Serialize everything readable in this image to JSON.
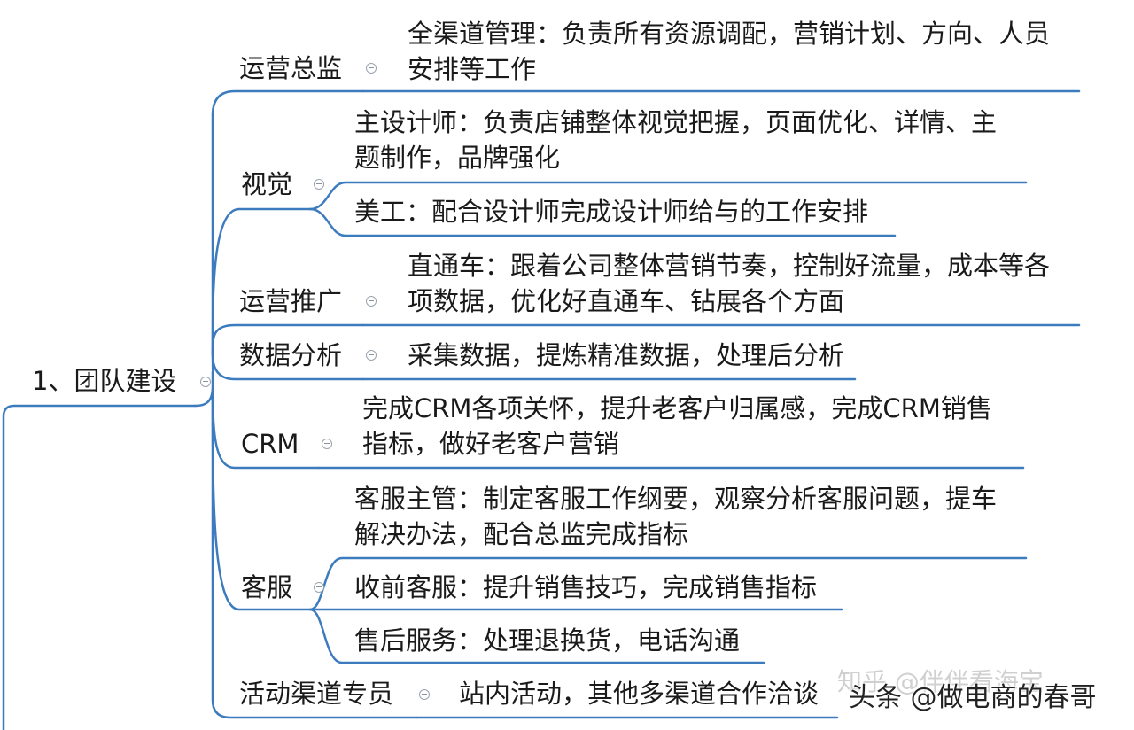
{
  "root": {
    "label": "1、团队建设"
  },
  "branches": [
    {
      "label": "运营总监",
      "items": [
        "全渠道管理：负责所有资源调配，营销计划、方向、人员\n安排等工作"
      ]
    },
    {
      "label": "视觉",
      "items": [
        "主设计师：负责店铺整体视觉把握，页面优化、详情、主\n题制作，品牌强化",
        "美工：配合设计师完成设计师给与的工作安排"
      ]
    },
    {
      "label": "运营推广",
      "items": [
        "直通车：跟着公司整体营销节奏，控制好流量，成本等各\n项数据，优化好直通车、钻展各个方面"
      ]
    },
    {
      "label": "数据分析",
      "items": [
        "采集数据，提炼精准数据，处理后分析"
      ]
    },
    {
      "label": "CRM",
      "items": [
        "完成CRM各项关怀，提升老客户归属感，完成CRM销售\n指标，做好老客户营销"
      ]
    },
    {
      "label": "客服",
      "items": [
        "客服主管：制定客服工作纲要，观察分析客服问题，提车\n解决办法，配合总监完成指标",
        "收前客服：提升销售技巧，完成销售指标",
        "售后服务：处理退换货，电话沟通"
      ]
    },
    {
      "label": "活动渠道专员",
      "items": [
        "站内活动，其他多渠道合作洽谈"
      ]
    }
  ],
  "watermark": {
    "faint": "知乎 @伴伴看海宝",
    "main": "头条 @做电商的春哥"
  },
  "colors": {
    "line": "#3d7bbf",
    "text": "#1a1a1a"
  }
}
